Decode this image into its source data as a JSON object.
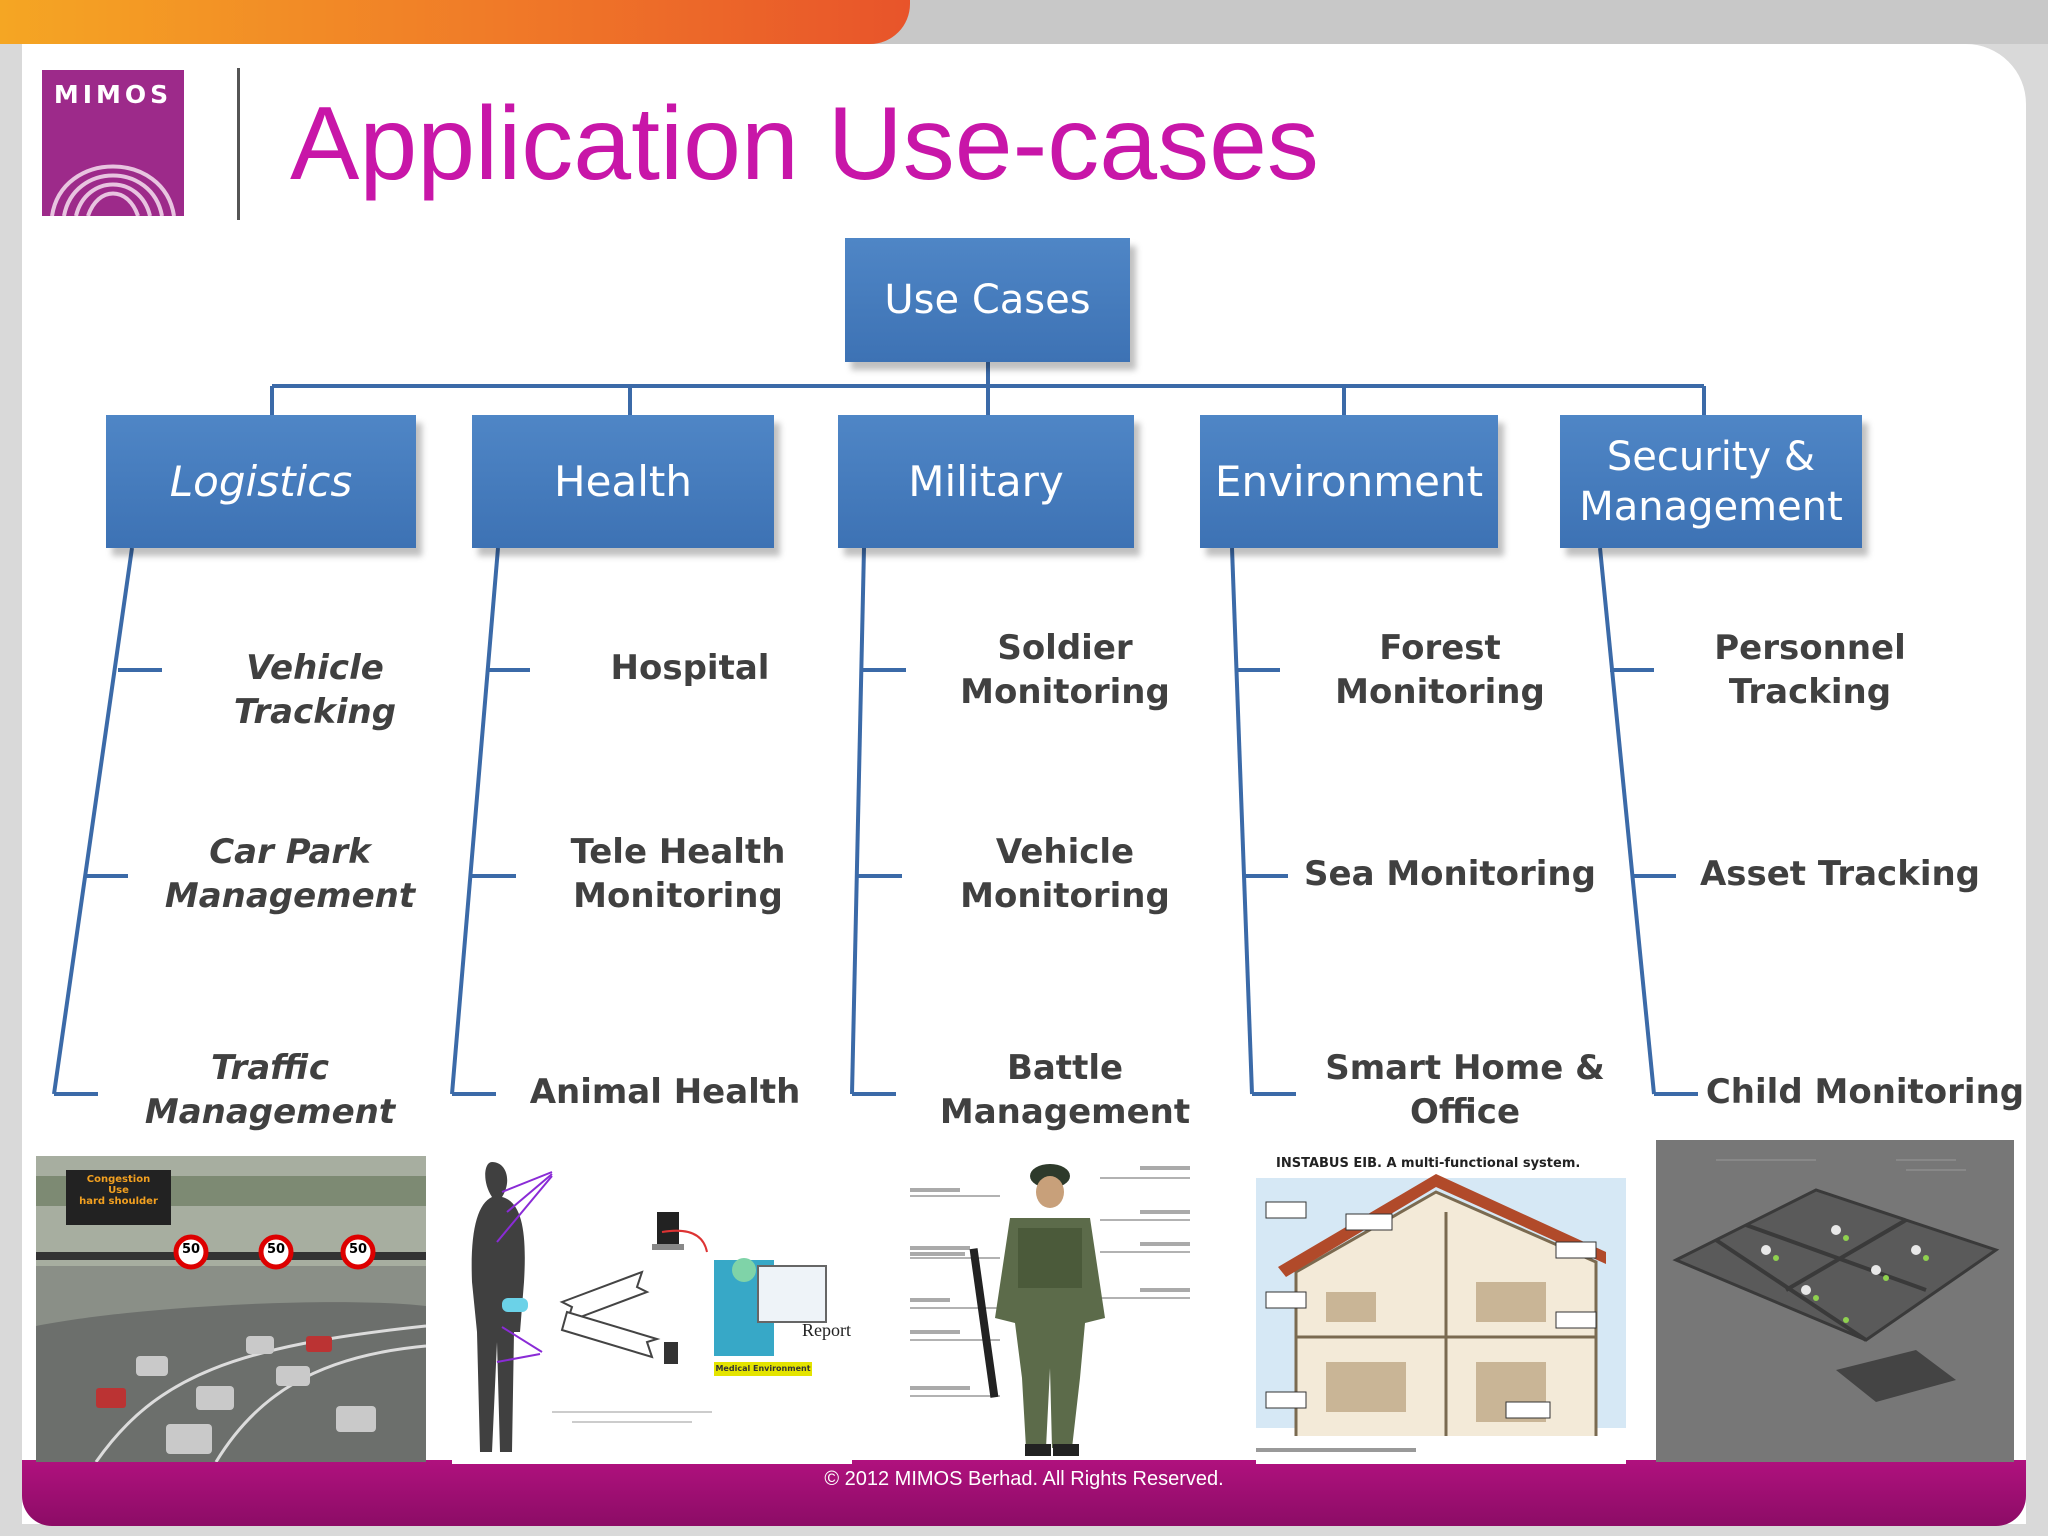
{
  "logo": {
    "text": "MIMOS"
  },
  "title": "Application Use-cases",
  "root": {
    "label": "Use Cases"
  },
  "categories": [
    {
      "label": "Logistics",
      "items": [
        "Vehicle Tracking",
        "Car Park\nManagement",
        "Traffic\nManagement"
      ]
    },
    {
      "label": "Health",
      "items": [
        "Hospital",
        "Tele Health\nMonitoring",
        "Animal Health"
      ]
    },
    {
      "label": "Military",
      "items": [
        "Soldier\nMonitoring",
        "Vehicle\nMonitoring",
        "Battle\nManagement"
      ]
    },
    {
      "label": "Environment",
      "items": [
        "Forest\nMonitoring",
        "Sea Monitoring",
        "Smart Home &\nOffice"
      ]
    },
    {
      "label": "Security &\nManagement",
      "items": [
        "Personnel\nTracking",
        "Asset Tracking",
        "Child Monitoring"
      ]
    }
  ],
  "images": {
    "traffic_sign": [
      "Congestion",
      "Use",
      "hard shoulder"
    ],
    "speed_limit": "50",
    "health_report": "Report",
    "health_env": "Medical Environment",
    "smart_home_caption": "INSTABUS EIB. A multi-functional system."
  },
  "colors": {
    "title": "#c816a8",
    "box": "#4f86c6",
    "line": "#3b6aa8",
    "footer": "#a0107a"
  },
  "footer": "© 2012 MIMOS Berhad. All Rights Reserved."
}
